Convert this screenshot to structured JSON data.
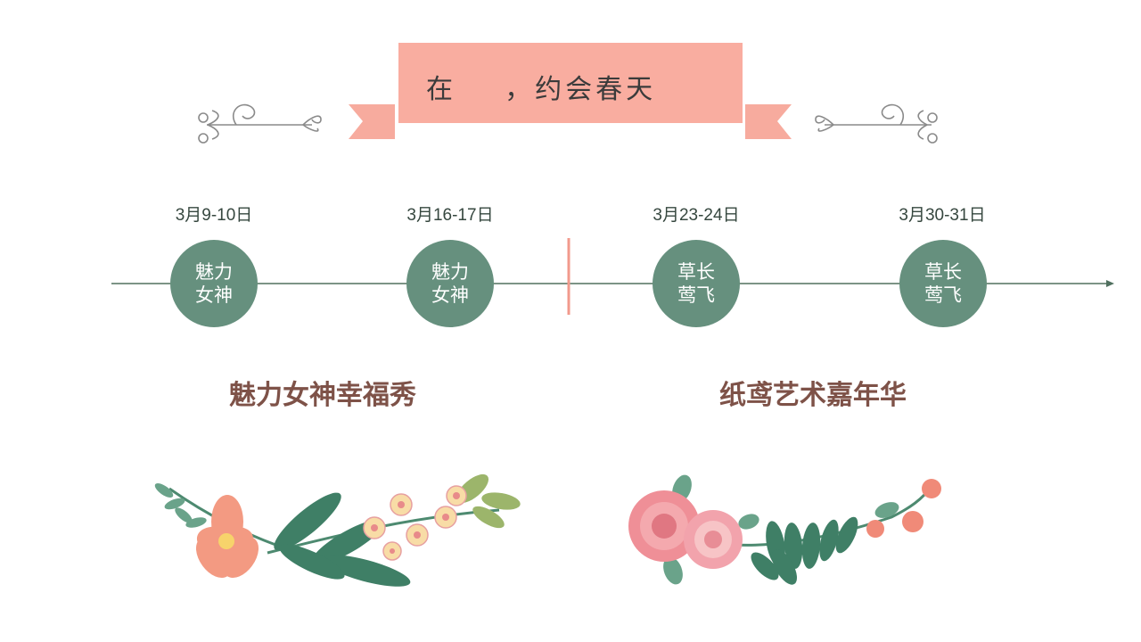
{
  "banner": {
    "title": "在    ，约会春天",
    "color": "#f9ada0"
  },
  "timeline": {
    "line_color": "#50705f",
    "divider_color": "#f29a8c",
    "items": [
      {
        "date": "3月9-10日",
        "line1": "魅力",
        "line2": "女神"
      },
      {
        "date": "3月16-17日",
        "line1": "魅力",
        "line2": "女神"
      },
      {
        "date": "3月23-24日",
        "line1": "草长",
        "line2": "莺飞"
      },
      {
        "date": "3月30-31日",
        "line1": "草长",
        "line2": "莺飞"
      }
    ],
    "circle_color": "#66907e"
  },
  "events": [
    {
      "title": "魅力女神幸福秀"
    },
    {
      "title": "纸鸢艺术嘉年华"
    }
  ],
  "decorations": {
    "scroll_icon": "flourish-icon",
    "flower_left": "floral-garland-icon",
    "flower_right": "rose-garland-icon",
    "title_color": "#7e5248"
  }
}
